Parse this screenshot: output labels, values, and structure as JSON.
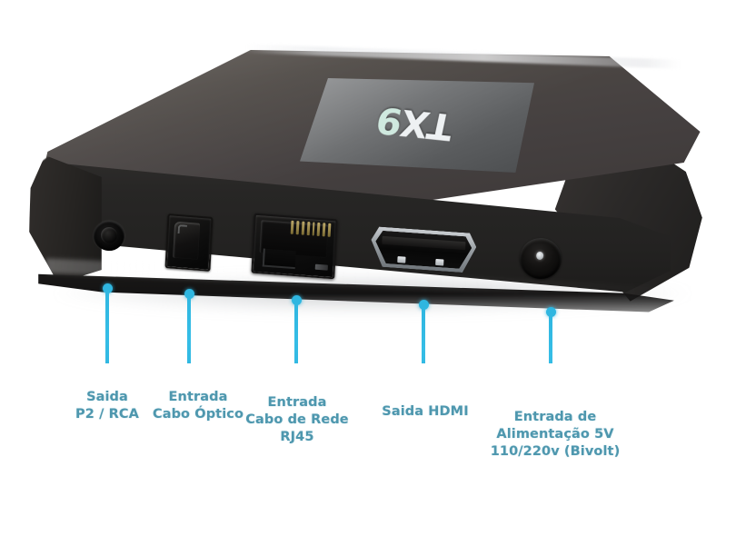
{
  "image": {
    "subject": "TX9 Android TV Box rear port panel",
    "background_color": "#ffffff",
    "accent_color": "#2fb6e0",
    "caption_color": "#4e97ae",
    "device_top_color": "#4e4945",
    "device_front_color": "#272625",
    "label_plate_color": "#6c6e70"
  },
  "device": {
    "brand_logo": "TX",
    "brand_model": "9",
    "logo_orientation": "inverted"
  },
  "ports": [
    {
      "id": "av-jack",
      "icon": "round-jack-icon",
      "type": "3.5mm AV / RCA output"
    },
    {
      "id": "optical-spdif",
      "icon": "square-optical-port-icon",
      "type": "Optical S/PDIF input"
    },
    {
      "id": "rj45-ethernet",
      "icon": "ethernet-port-icon",
      "type": "RJ45 network port"
    },
    {
      "id": "hdmi",
      "icon": "hdmi-port-icon",
      "type": "HDMI output"
    },
    {
      "id": "dc-power",
      "icon": "dc-barrel-jack-icon",
      "type": "DC 5V power input"
    }
  ],
  "callouts": [
    {
      "id": "callout-av",
      "arrow_icon": "down-arrow-icon",
      "label": "Saida\nP2 / RCA"
    },
    {
      "id": "callout-optical",
      "arrow_icon": "down-arrow-icon",
      "label": "Entrada\nCabo Óptico"
    },
    {
      "id": "callout-ethernet",
      "arrow_icon": "down-arrow-icon",
      "label": "Entrada\nCabo de Rede\nRJ45"
    },
    {
      "id": "callout-hdmi",
      "arrow_icon": "down-arrow-icon",
      "label": "Saida HDMI"
    },
    {
      "id": "callout-power",
      "arrow_icon": "down-arrow-icon",
      "label": "Entrada de\nAlimentação 5V\n110/220v (Bivolt)"
    }
  ]
}
